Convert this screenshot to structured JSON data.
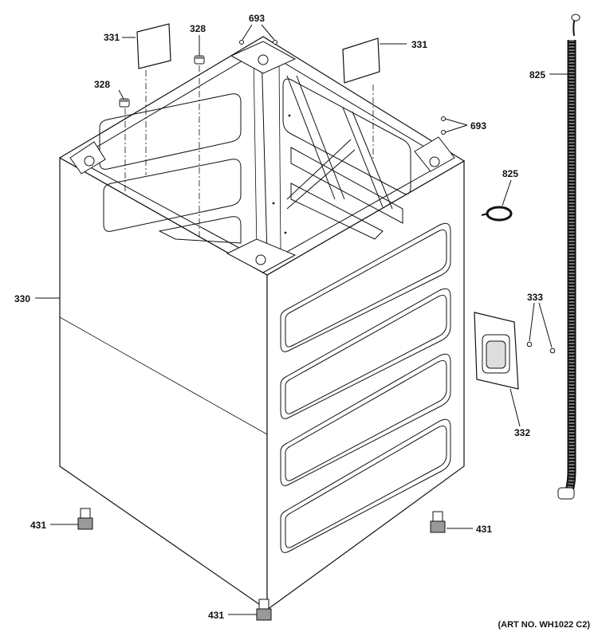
{
  "diagram": {
    "parts": {
      "p331_left": "331",
      "p328_top": "328",
      "p693_top": "693",
      "p331_right": "331",
      "p825_hose": "825",
      "p328_left": "328",
      "p693_right": "693",
      "p825_clamp": "825",
      "p330": "330",
      "p333": "333",
      "p332": "332",
      "p431_left": "431",
      "p431_right": "431",
      "p431_bottom": "431"
    },
    "art_number": "(ART NO. WH1022 C2)"
  }
}
